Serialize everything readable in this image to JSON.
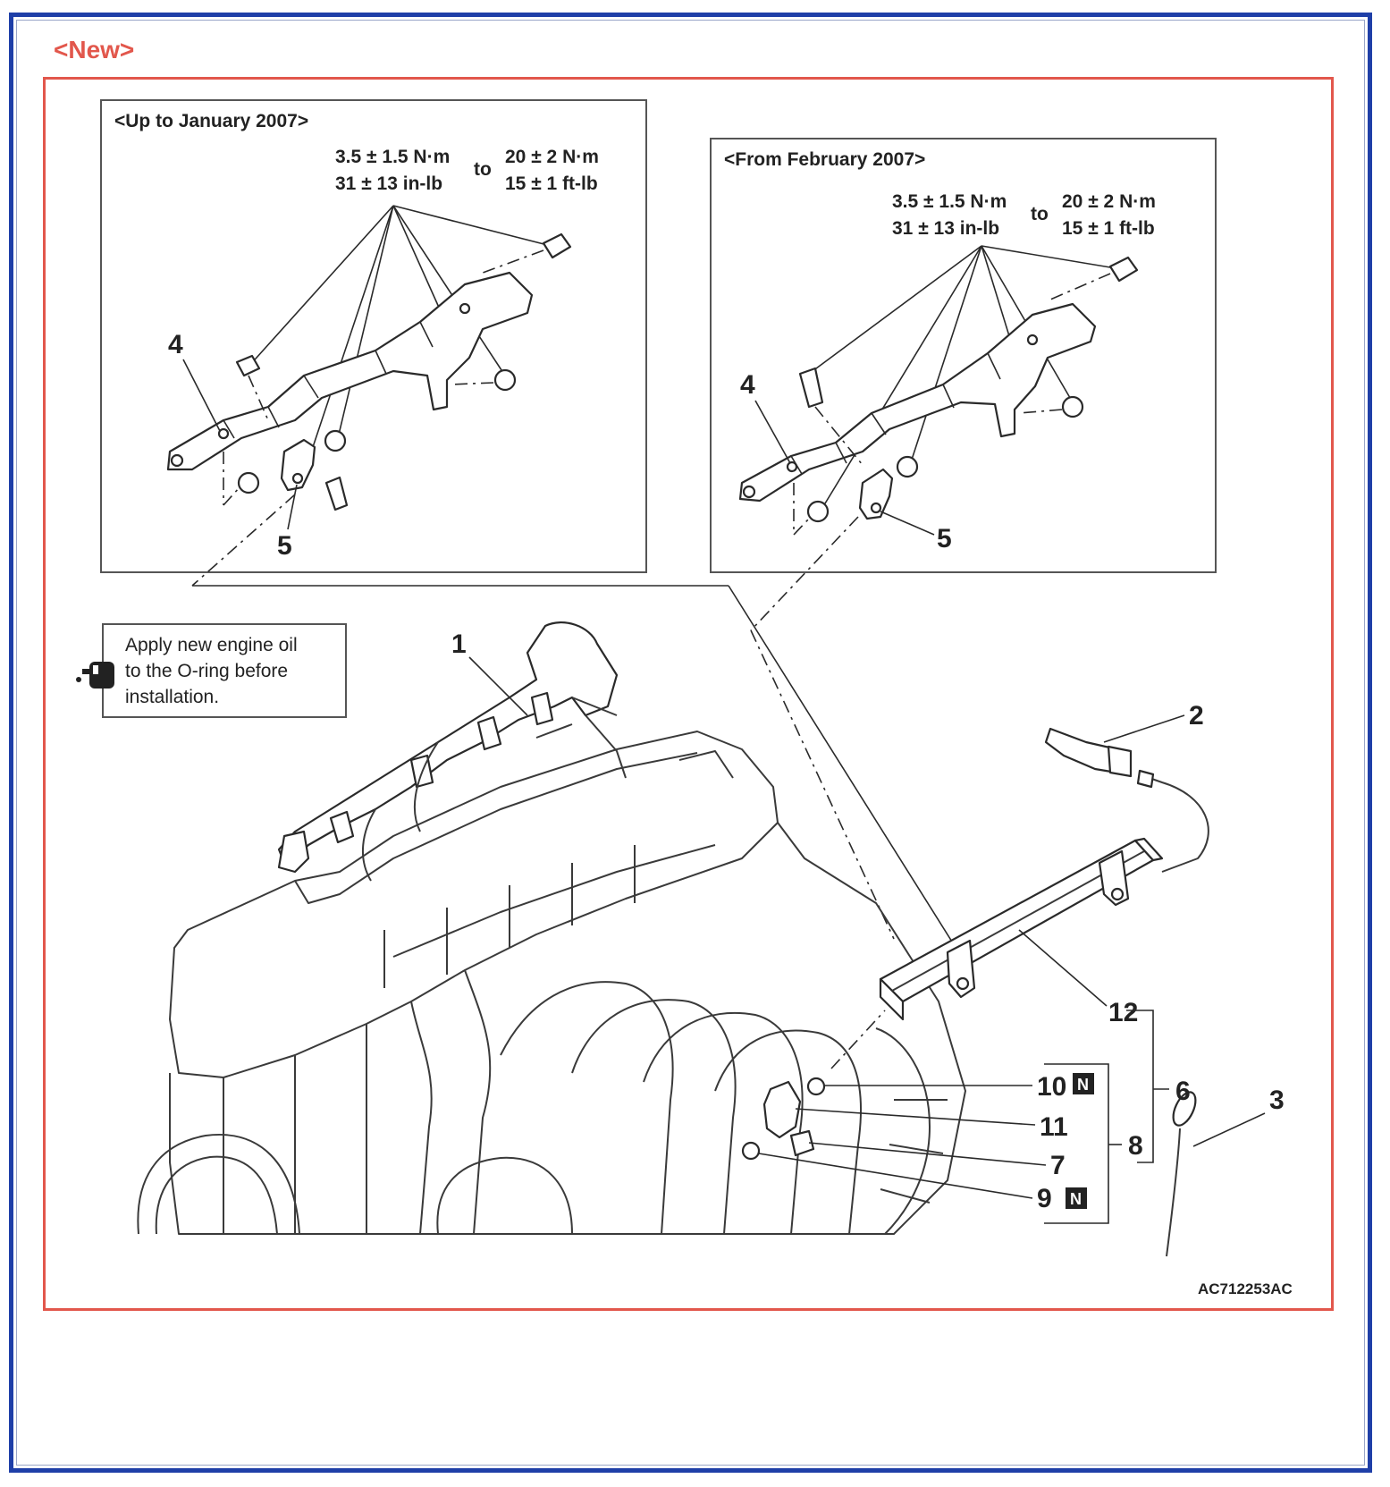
{
  "header": {
    "label": "<New>"
  },
  "inset_up_to": {
    "title": "<Up to January 2007>",
    "torque_min_metric": "3.5 ± 1.5 N·m",
    "torque_min_imperial": "31 ± 13 in-lb",
    "to_word": "to",
    "torque_max_metric": "20 ± 2 N·m",
    "torque_max_imperial": "15 ± 1 ft-lb",
    "part_4": "4",
    "part_5": "5"
  },
  "inset_from": {
    "title": "<From February 2007>",
    "torque_min_metric": "3.5 ± 1.5 N·m",
    "torque_min_imperial": "31 ± 13 in-lb",
    "to_word": "to",
    "torque_max_metric": "20 ± 2 N·m",
    "torque_max_imperial": "15 ± 1 ft-lb",
    "part_4": "4",
    "part_5": "5"
  },
  "note": {
    "line1": "Apply new engine oil",
    "line2": "to the O-ring before",
    "line3": "installation.",
    "icon": "oil-can-icon"
  },
  "parts": {
    "p1": "1",
    "p2": "2",
    "p3": "3",
    "p6": "6",
    "p7": "7",
    "p8": "8",
    "p9": "9",
    "p10": "10",
    "p11": "11",
    "p12": "12",
    "new_part_mark": "N"
  },
  "figure_code": "AC712253AC",
  "colors": {
    "outer_frame": "#1f3fa8",
    "accent_red": "#e2574c",
    "line": "#2a2a2a"
  }
}
